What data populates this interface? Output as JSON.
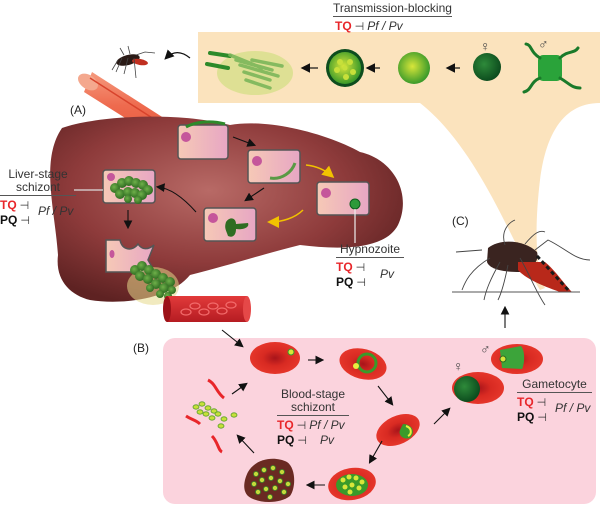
{
  "figure": {
    "panels": {
      "a": "(A)",
      "b": "(B)",
      "c": "(C)"
    },
    "transmission_blocking": {
      "title": "Transmission-blocking",
      "rows": [
        {
          "drug": "TQ",
          "symbol": "⊣",
          "target": "Pf / Pv"
        }
      ]
    },
    "liver_stage_schizont": {
      "title_line1": "Liver-stage",
      "title_line2": "schizont",
      "rows": [
        {
          "drug": "TQ",
          "symbol": "⊣"
        },
        {
          "drug": "PQ",
          "symbol": "⊣"
        }
      ],
      "target": "Pf / Pv"
    },
    "hypnozoite": {
      "title": "Hypnozoite",
      "rows": [
        {
          "drug": "TQ",
          "symbol": "⊣"
        },
        {
          "drug": "PQ",
          "symbol": "⊣"
        }
      ],
      "target": "Pv"
    },
    "blood_stage_schizont": {
      "title_line1": "Blood-stage",
      "title_line2": "schizont",
      "rows": [
        {
          "drug": "TQ",
          "symbol": "⊣",
          "target": "Pf / Pv"
        },
        {
          "drug": "PQ",
          "symbol": "⊣",
          "target": "Pv"
        }
      ]
    },
    "gametocyte": {
      "title": "Gametocyte",
      "rows": [
        {
          "drug": "TQ",
          "symbol": "⊣"
        },
        {
          "drug": "PQ",
          "symbol": "⊣"
        }
      ],
      "target": "Pf / Pv"
    },
    "sex_symbols": {
      "female": "♀",
      "male": "♂"
    },
    "colors": {
      "tq_red": "#e8262a",
      "beige_band": "#fbe3bd",
      "pink_panel": "#fbd3dd",
      "liver": "#8e3b3b",
      "parasite_green": "#3d8f2c",
      "rbc_red": "#d9261e"
    }
  }
}
